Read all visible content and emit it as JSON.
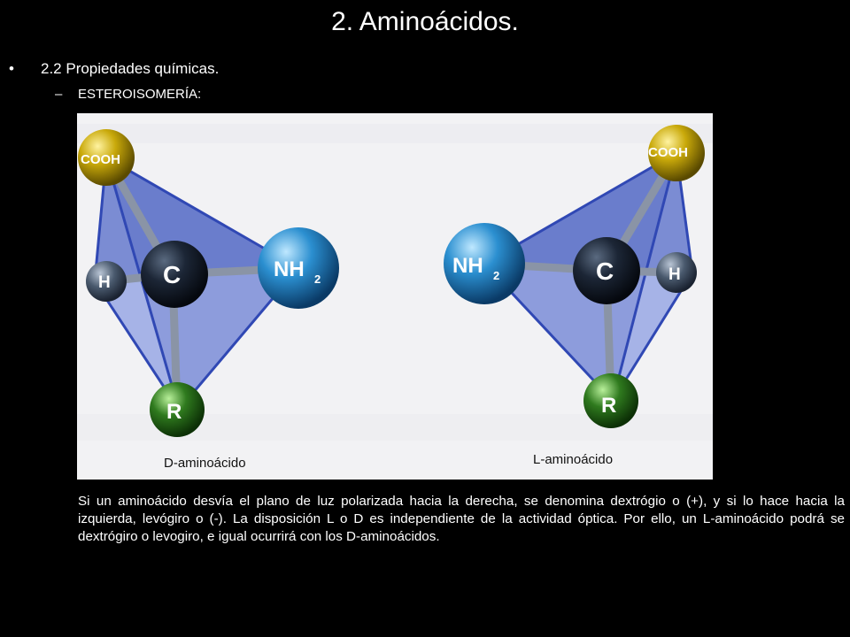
{
  "slide": {
    "title": "2. Aminoácidos.",
    "bullet_symbol": "•",
    "bullet_text": "2.2 Propiedades químicas.",
    "sub_symbol": "–",
    "sub_text": "ESTEROISOMERÍA:",
    "paragraph": "Si un aminoácido desvía el plano de luz polarizada hacia la derecha, se denomina dextrógio o (+), y si lo hace hacia la izquierda, levógiro o (-). La disposición L o D es independiente de la actividad óptica. Por ello, un L-aminoácido podrá se dextrógiro o levogiro, e igual ocurrirá con los D-aminoácidos."
  },
  "figure": {
    "left_molecule": {
      "caption": "D-aminoácido",
      "cooh": "COOH",
      "h": "H",
      "c": "C",
      "nh": "NH",
      "nh_sub": "2",
      "r": "R"
    },
    "right_molecule": {
      "caption": "L-aminoácido",
      "cooh": "COOH",
      "h": "H",
      "c": "C",
      "nh": "NH",
      "nh_sub": "2",
      "r": "R"
    },
    "colors": {
      "cooh": "#c9a90a",
      "h": "#4a5a6e",
      "c": "#1c2636",
      "nh2": "#2b8fd0",
      "r": "#2f7a1e",
      "tetrahedron": "#3a55c8"
    }
  }
}
